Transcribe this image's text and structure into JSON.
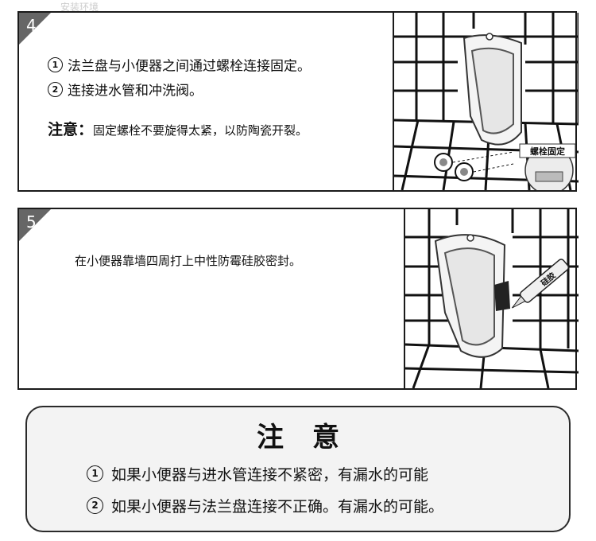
{
  "faint_header": "安装环境",
  "step4": {
    "number": "4",
    "line1_num": "1",
    "line1": "法兰盘与小便器之间通过螺栓连接固定。",
    "line2_num": "2",
    "line2": "连接进水管和冲洗阀。",
    "note_label": "注意：",
    "note": "固定螺栓不要旋得太紧，以防陶瓷开裂。",
    "callout": "螺栓固定"
  },
  "step5": {
    "number": "5",
    "text": "在小便器靠墙四周打上中性防霉硅胶密封。",
    "tube_label": "硅胶"
  },
  "warning": {
    "title": "注意",
    "item1_num": "1",
    "item1": "如果小便器与进水管连接不紧密，有漏水的可能",
    "item2_num": "2",
    "item2": "如果小便器与法兰盘连接不正确。有漏水的可能。"
  }
}
